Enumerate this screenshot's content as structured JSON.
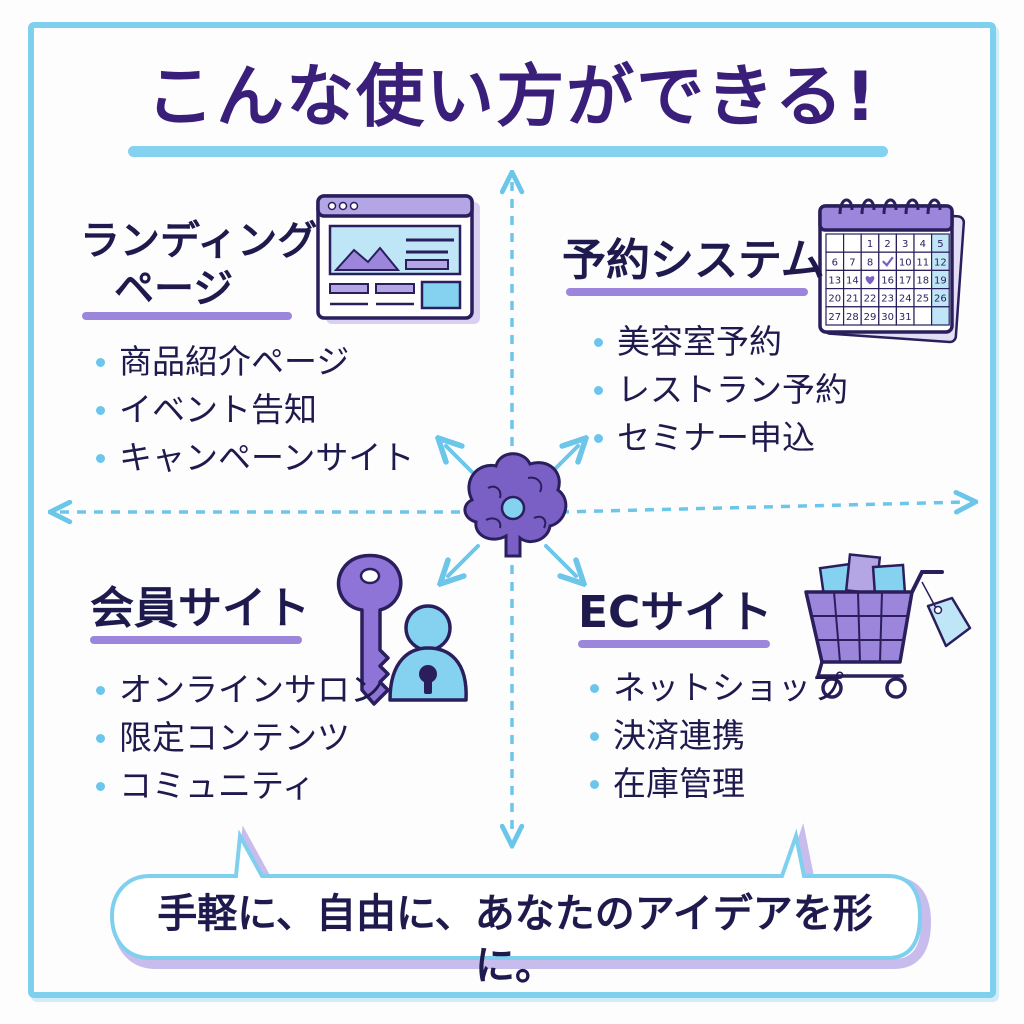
{
  "title": "こんな使い方ができる!",
  "sections": [
    {
      "title_line1": "ランディング",
      "title_line2": "ページ",
      "items": [
        "商品紹介ページ",
        "イベント告知",
        "キャンペーンサイト"
      ]
    },
    {
      "title": "予約システム",
      "items": [
        "美容室予約",
        "レストラン予約",
        "セミナー申込"
      ]
    },
    {
      "title": "会員サイト",
      "items": [
        "オンラインサロン",
        "限定コンテンツ",
        "コミュニティ"
      ]
    },
    {
      "title": "ECサイト",
      "items": [
        "ネットショップ",
        "決済連携",
        "在庫管理"
      ]
    }
  ],
  "calendar": {
    "days": [
      "",
      "",
      "1",
      "2",
      "3",
      "4",
      "5",
      "6",
      "7",
      "8",
      "",
      "10",
      "11",
      "12",
      "13",
      "14",
      "",
      "16",
      "17",
      "18",
      "19",
      "20",
      "21",
      "22",
      "23",
      "24",
      "25",
      "26",
      "27",
      "28",
      "29",
      "30",
      "31",
      "",
      ""
    ]
  },
  "callout": "手軽に、自由に、あなたのアイデアを形に。",
  "colors": {
    "primary_purple": "#7a5fc4",
    "dark_navy": "#2a1f5c",
    "light_blue": "#7fd0ee",
    "underline_lavender": "#9c86dc"
  },
  "icons": [
    "browser-window-icon",
    "calendar-icon",
    "key-lock-user-icon",
    "shopping-cart-icon",
    "brain-icon"
  ]
}
